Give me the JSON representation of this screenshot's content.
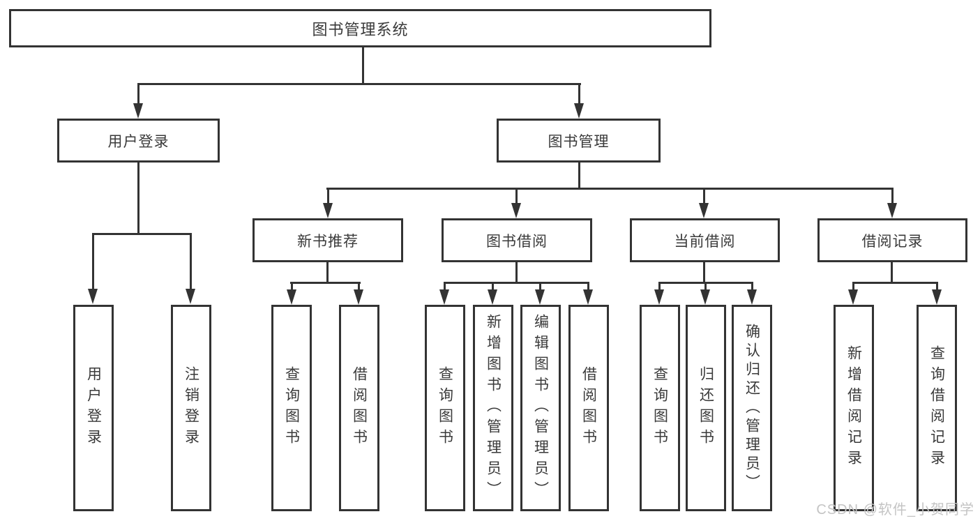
{
  "diagram": {
    "type": "hierarchy-tree",
    "root": {
      "label": "图书管理系统"
    },
    "level1": [
      {
        "label": "用户登录"
      },
      {
        "label": "图书管理"
      }
    ],
    "level2": [
      {
        "label": "新书推荐",
        "parent": "图书管理"
      },
      {
        "label": "图书借阅",
        "parent": "图书管理"
      },
      {
        "label": "当前借阅",
        "parent": "图书管理"
      },
      {
        "label": "借阅记录",
        "parent": "图书管理"
      }
    ],
    "leaves": [
      {
        "label": "用户登录",
        "parent": "用户登录"
      },
      {
        "label": "注销登录",
        "parent": "用户登录"
      },
      {
        "label": "查询图书",
        "parent": "新书推荐"
      },
      {
        "label": "借阅图书",
        "parent": "新书推荐"
      },
      {
        "label": "查询图书",
        "parent": "图书借阅"
      },
      {
        "label": "新增图书（管理员）",
        "parent": "图书借阅"
      },
      {
        "label": "编辑图书（管理员）",
        "parent": "图书借阅"
      },
      {
        "label": "借阅图书",
        "parent": "图书借阅"
      },
      {
        "label": "查询图书",
        "parent": "当前借阅"
      },
      {
        "label": "归还图书",
        "parent": "当前借阅"
      },
      {
        "label": "确认归还（管理员）",
        "parent": "当前借阅"
      },
      {
        "label": "新增借阅记录",
        "parent": "借阅记录"
      },
      {
        "label": "查询借阅记录",
        "parent": "借阅记录"
      }
    ],
    "colors": {
      "line": "#333333",
      "border": "#333333",
      "text": "#3a3a3a",
      "background": "#ffffff",
      "watermark_text": "#c4c4c4"
    }
  },
  "watermark": {
    "text": "CSDN @软件_小贺同学"
  }
}
